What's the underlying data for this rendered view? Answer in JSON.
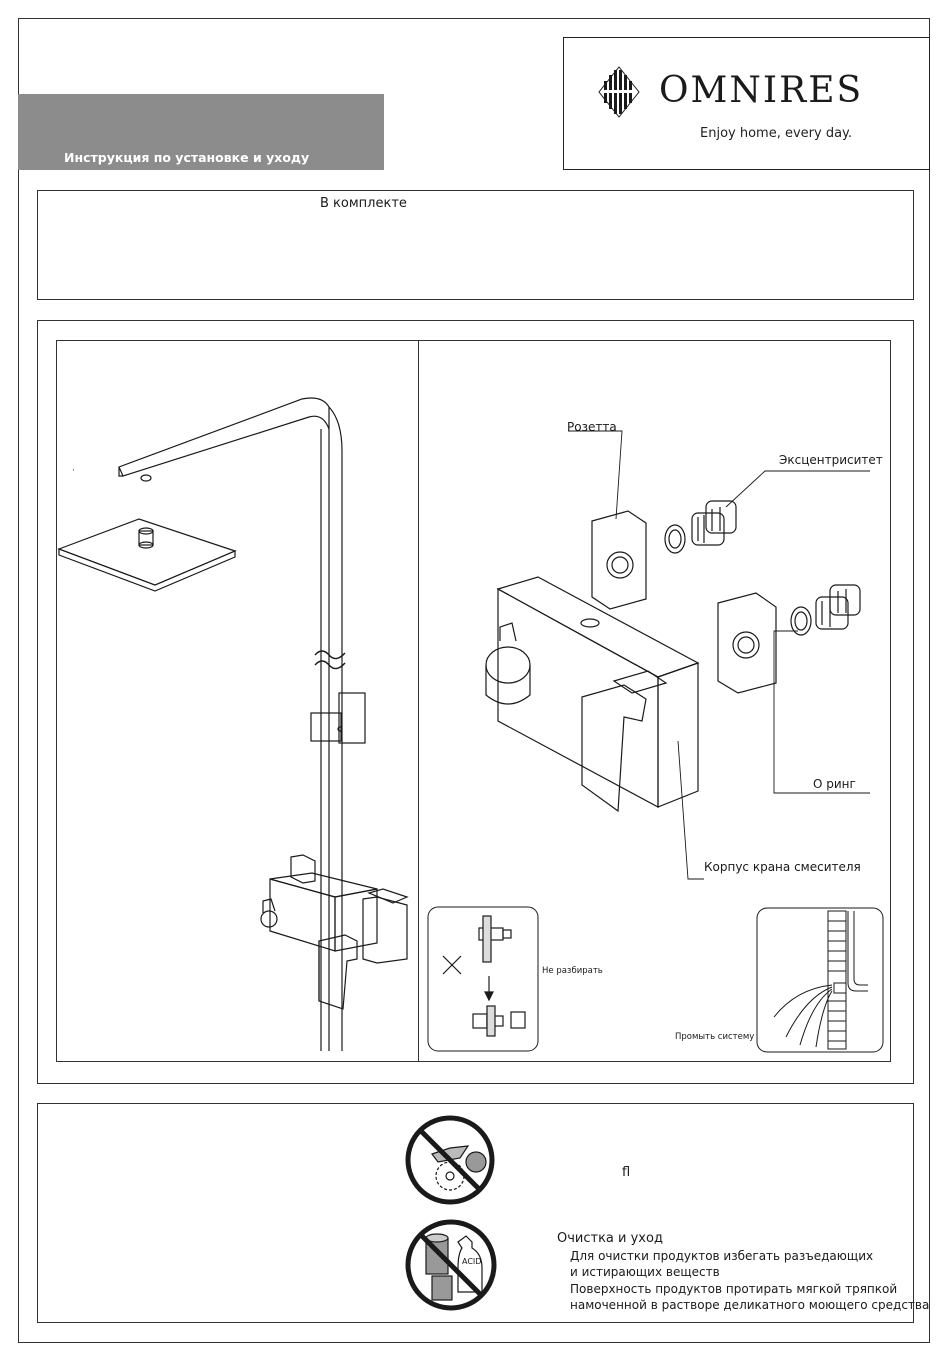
{
  "header": {
    "title": "Инструкция по установке и уходу",
    "brand": "OMNIRES",
    "tagline": "Enjoy home, every day."
  },
  "kit": {
    "heading": "В комплекте"
  },
  "diagram": {
    "labels": {
      "rosette": "Розетта",
      "eccentric": "Эксцентриситет",
      "o_ring": "О ринг",
      "mixer_body": "Корпус крана смесителя",
      "do_not_disassemble": "Не разбирать",
      "flush_system": "Промыть систему"
    },
    "dot": "·"
  },
  "care": {
    "symbol": "ﬂ",
    "acid_label": "ACID",
    "title": "Очистка и уход",
    "lines": [
      "Для очистки продуктов избегать разъедающих",
      "и истирающих веществ",
      "Поверхность продуктов протирать мягкой тряпкой",
      "намоченной в растворе деликатного моющего средства"
    ]
  }
}
